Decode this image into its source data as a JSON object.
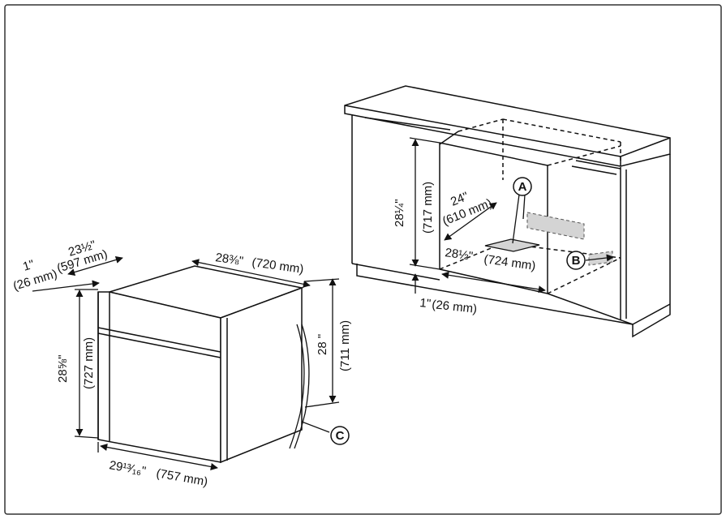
{
  "diagram": {
    "oven": {
      "width_top": "23½\"",
      "width_top_mm": "(597 mm)",
      "front_panel": "1\"",
      "front_panel_mm": "(26 mm)",
      "depth": "28⅜\"",
      "depth_mm": "(720 mm)",
      "height_front": "28⅝\"",
      "height_front_mm": "(727 mm)",
      "height_body": "28 \"",
      "height_body_mm": "(711 mm)",
      "width_bottom": "29¹³⁄₁₆\"",
      "width_bottom_mm": "(757 mm)"
    },
    "cabinet": {
      "height": "28¼\"",
      "height_mm": "(717 mm)",
      "depth": "24\"",
      "depth_mm": "(610 mm)",
      "width": "28½\"",
      "width_mm": "(724 mm)",
      "offset": "1\"",
      "offset_mm": "(26 mm)"
    },
    "callouts": {
      "a": "A",
      "b": "B",
      "c": "C"
    },
    "colors": {
      "line": "#111111",
      "shade": "#d4d4d4",
      "frame": "#333333"
    }
  }
}
